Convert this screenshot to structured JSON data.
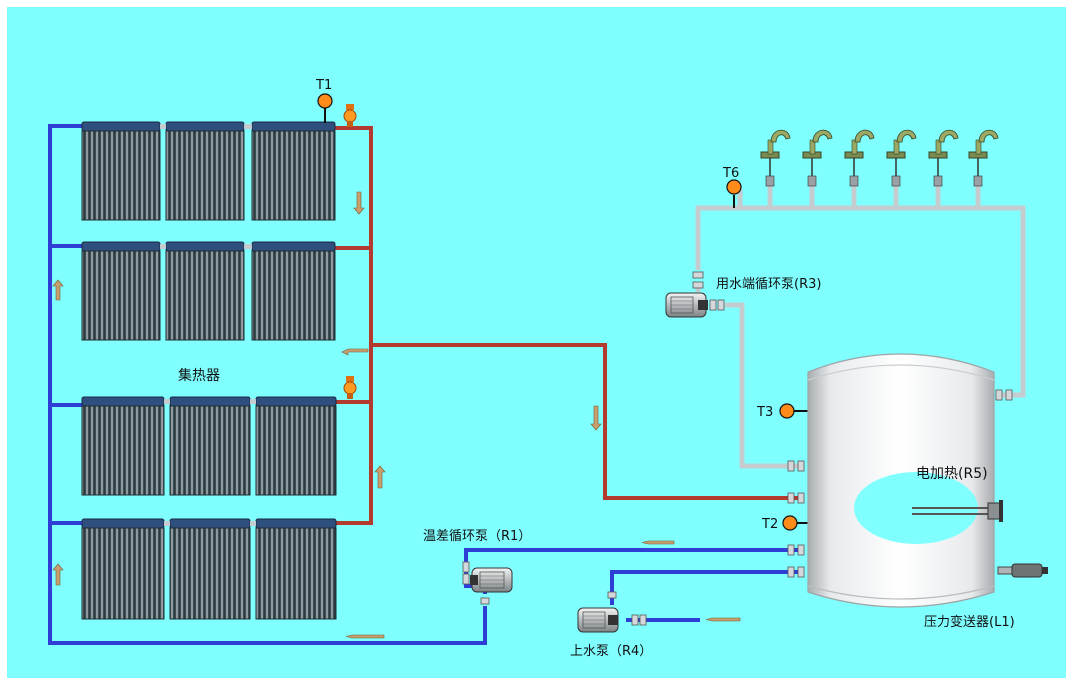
{
  "labels": {
    "collector": "集热器",
    "t1": "T1",
    "t2": "T2",
    "t3": "T3",
    "t6": "T6",
    "pump_r3": "用水端循环泵(R3)",
    "pump_r1": "温差循环泵（R1）",
    "pump_r4": "上水泵（R4）",
    "heater_r5": "电加热(R5)",
    "pressure_l1": "压力变送器(L1)"
  },
  "colors": {
    "background": "#80ffff",
    "hot_pipe": "#b33a2e",
    "cold_pipe": "#2f3fd6",
    "user_pipe": "#c4ccd0",
    "sensor": "#ff8c1a",
    "tank": "#f2f4f5"
  }
}
